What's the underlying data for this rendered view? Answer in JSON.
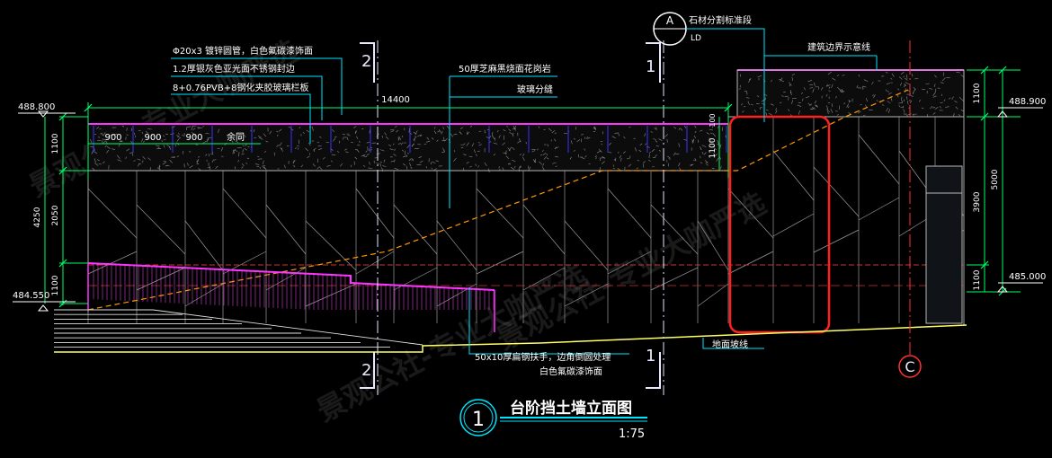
{
  "drawing": {
    "title": "台阶挡土墙立面图",
    "scale": "1:75",
    "detail_number": "1"
  },
  "levels": {
    "left_top": "488.800",
    "left_bottom": "484.550",
    "right_top": "488.900",
    "right_bottom": "485.000"
  },
  "dimensions": {
    "length_total": "14400",
    "left_cap": "1100",
    "left_mid": "2050",
    "left_low": "1100",
    "left_total": "4250",
    "panel_1": "900",
    "panel_2": "900",
    "panel_3": "900",
    "panel_rest": "余同",
    "pier_top": "100",
    "pier_cap": "1100",
    "right_cap": "1100",
    "right_total": "5000",
    "right_mid": "3900",
    "right_low": "1100"
  },
  "annotations": {
    "rail_tube": "Φ20x3 镀锌圆管，白色氟碳漆饰面",
    "rail_edge": "1.2厚银灰色亚光面不锈钢封边",
    "rail_glass": "8+0.76PVB+8钢化夹胶玻璃栏板",
    "granite": "50厚芝麻黑烧面花岗岩",
    "glass_joint": "玻璃分缝",
    "stone_datum": "石材分割标准段",
    "building_line": "建筑边界示意线",
    "handrail_1": "50x10厚扁钢扶手，边角倒圆处理",
    "handrail_2": "白色氟碳漆饰面",
    "ground_line": "地面坡线"
  },
  "section_marks": {
    "cut_2": "2",
    "cut_1": "1",
    "axis_c": "C",
    "detail_ref_top": "A",
    "detail_ref_bottom": "LD"
  },
  "watermarks": [
    "景观公社-专业大咖严选",
    "景观公社-专业大咖严选",
    "景观公社-专业大咖严选"
  ],
  "colors": {
    "background": "#000000",
    "wall_lines": "#b8b8b8",
    "dimension": "#00ff66",
    "cap_line": "#ff33ff",
    "leader": "#00e5ff",
    "section_mark": "#e8e8ff",
    "axis": "#ff3030",
    "ground": "#ffff66",
    "slope_dash": "#ff9900",
    "highlight_box": "#ff2020",
    "title_circle": "#00e5ff"
  }
}
